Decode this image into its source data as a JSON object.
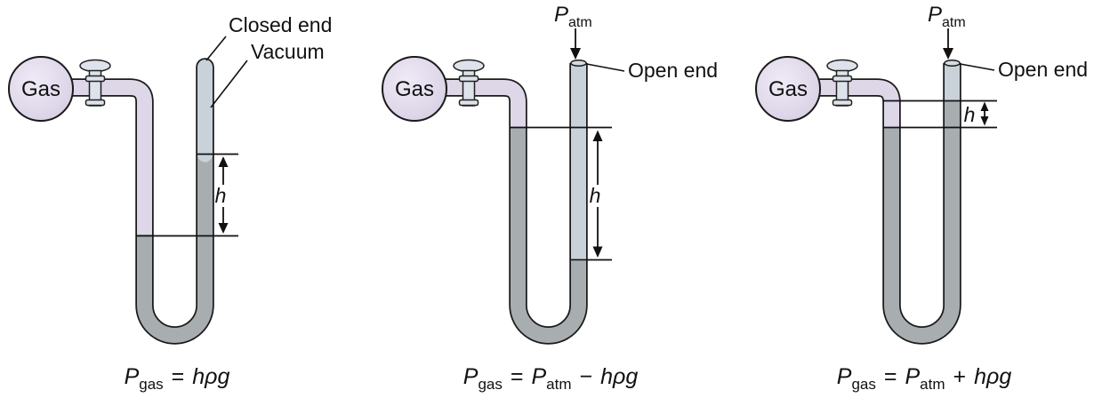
{
  "colors": {
    "background": "#ffffff",
    "outline": "#1a1a1a",
    "gas_fill": "#ded7e8",
    "tube_empty": "#c9d2d8",
    "mercury": "#a8adb0",
    "mouth_fill": "#d5dce1",
    "annotation": "#111111"
  },
  "panels": [
    {
      "bulb_label": "Gas",
      "closed_end_label": "Closed end",
      "vacuum_label": "Vacuum",
      "h_label": "h",
      "eq": {
        "p": "P",
        "p_sub": "gas",
        "equals": "=",
        "term": "hρg"
      }
    },
    {
      "bulb_label": "Gas",
      "p_atm": {
        "p": "P",
        "sub": "atm"
      },
      "open_end_label": "Open end",
      "h_label": "h",
      "eq": {
        "p": "P",
        "p_sub": "gas",
        "equals": "=",
        "p2": "P",
        "p2_sub": "atm",
        "op": "−",
        "term": "hρg"
      }
    },
    {
      "bulb_label": "Gas",
      "p_atm": {
        "p": "P",
        "sub": "atm"
      },
      "open_end_label": "Open end",
      "h_label": "h",
      "eq": {
        "p": "P",
        "p_sub": "gas",
        "equals": "=",
        "p2": "P",
        "p2_sub": "atm",
        "op": "+",
        "term": "hρg"
      }
    }
  ]
}
